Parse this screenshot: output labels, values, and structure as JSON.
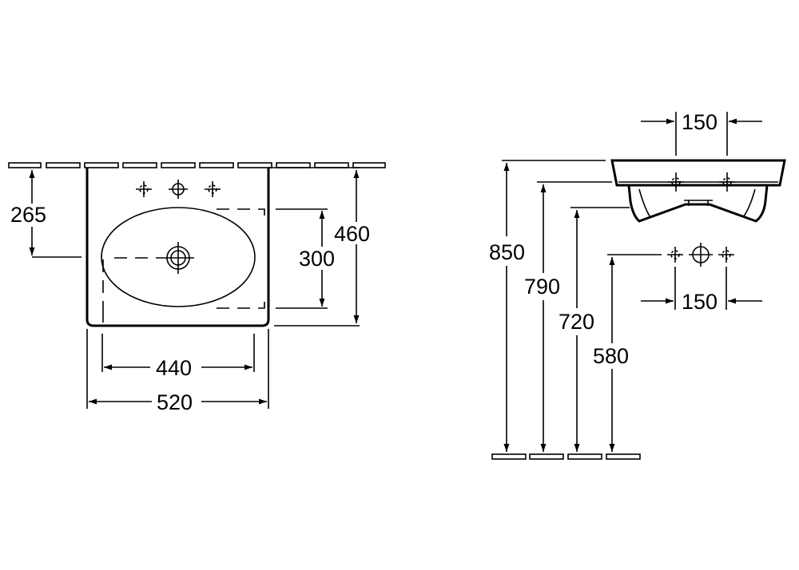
{
  "top_view": {
    "dim_depth_to_outlet": "265",
    "dim_overall_depth": "460",
    "dim_bowl_depth": "300",
    "dim_bowl_width": "440",
    "dim_overall_width": "520"
  },
  "side_view": {
    "dim_tap_spacing_top": "150",
    "dim_height_rim": "850",
    "dim_height_790": "790",
    "dim_height_720": "720",
    "dim_height_580": "580",
    "dim_tap_spacing_bottom": "150"
  }
}
